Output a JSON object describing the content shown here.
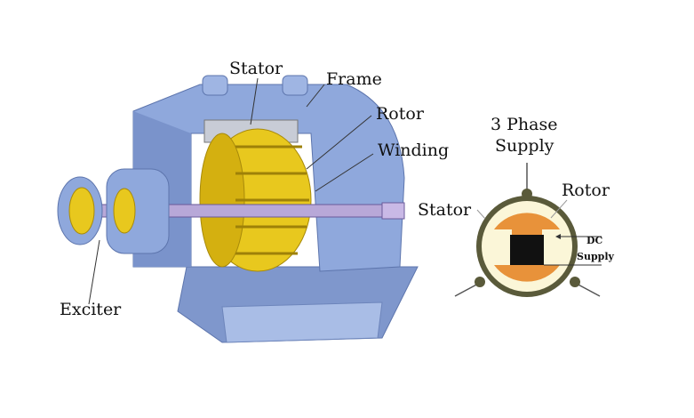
{
  "motor_labels": {
    "stator": "Stator",
    "frame": "Frame",
    "rotor": "Rotor",
    "winding": "Winding",
    "exciter": "Exciter"
  },
  "schematic_labels": {
    "supply_line1": "3 Phase",
    "supply_line2": "Supply",
    "rotor": "Rotor",
    "stator": "Stator",
    "dc_line1": "DC",
    "dc_line2": "Supply"
  },
  "colors": {
    "frame_blue": "#8fa8dc",
    "winding_yellow": "#e8c81e",
    "rotor_orange": "#e8923a",
    "stator_ring": "#5a5a3a",
    "air_gap": "#fbf6d8"
  }
}
